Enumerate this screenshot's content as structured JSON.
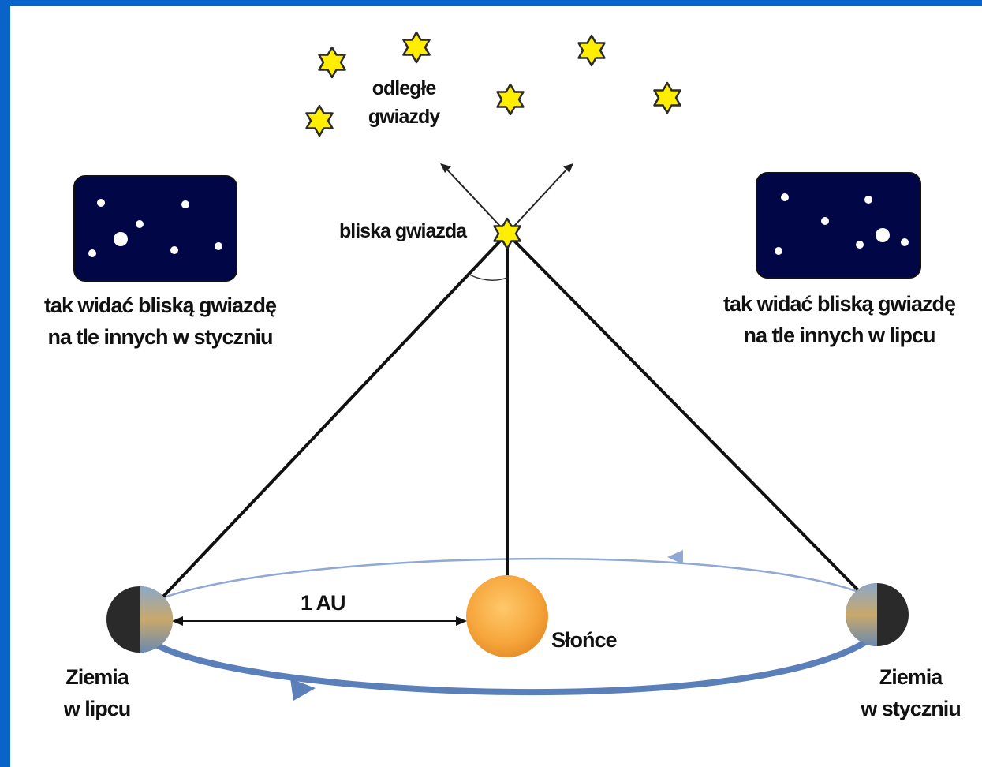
{
  "labels": {
    "distant_stars": [
      "odległe",
      "gwiazdy"
    ],
    "near_star": "bliska gwiazda",
    "january_view": [
      "tak widać bliską gwiazdę",
      "na tle innych w styczniu"
    ],
    "july_view": [
      "tak widać bliską gwiazdę",
      "na tle innych w lipcu"
    ],
    "au": "1 AU",
    "sun": "Słońce",
    "earth_july": [
      "Ziemia",
      "w lipcu"
    ],
    "earth_january": [
      "Ziemia",
      "w styczniu"
    ]
  },
  "colors": {
    "frame": "#0a63c9",
    "sky_panel": "#000646",
    "star_fill": "#ffee00",
    "sun": "#f6a63c",
    "orbit": "#5b7fb8"
  }
}
